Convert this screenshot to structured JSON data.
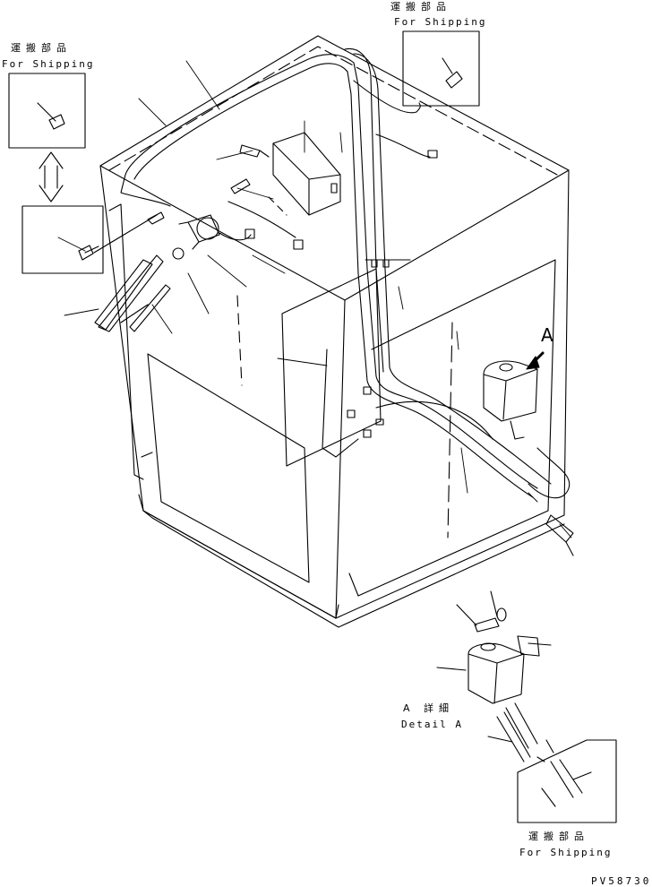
{
  "shipping_note_jp": "運搬部品",
  "shipping_note_en": "For Shipping",
  "view_marker": "A",
  "detail_title_jp": "A 詳細",
  "detail_title_en": "Detail A",
  "drawing_code": "PV58730"
}
